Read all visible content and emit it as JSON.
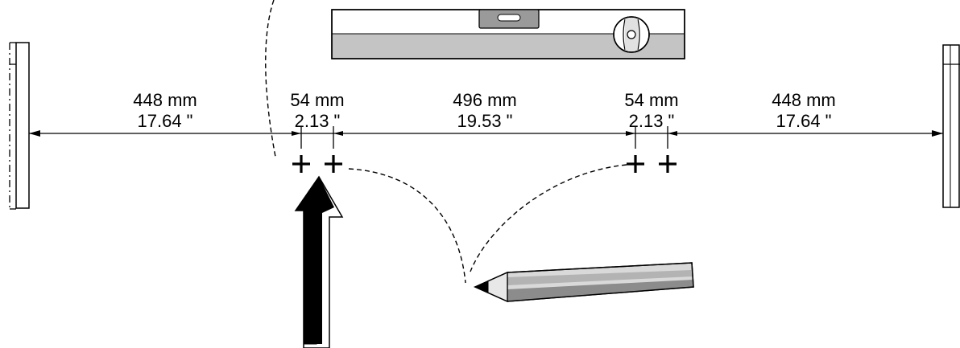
{
  "dimensions": [
    {
      "mm": "448 mm",
      "inch": "17.64 \""
    },
    {
      "mm": "54 mm",
      "inch": "2.13 \""
    },
    {
      "mm": "496 mm",
      "inch": "19.53 \""
    },
    {
      "mm": "54 mm",
      "inch": "2.13 \""
    },
    {
      "mm": "448 mm",
      "inch": "17.64 \""
    }
  ],
  "colors": {
    "line": "#000000",
    "level_top": "#ffffff",
    "level_bottom": "#c4c4c4",
    "vial": "#9a9a9a",
    "pencil_light": "#d9d9d9",
    "pencil_mid": "#b3b3b3",
    "pencil_dark": "#8c8c8c"
  }
}
